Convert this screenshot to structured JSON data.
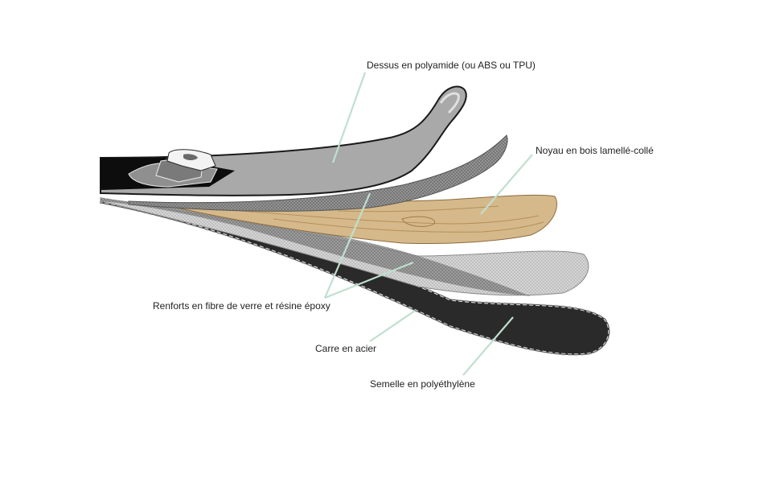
{
  "labels": {
    "topsheet": "Dessus en polyamide (ou ABS ou TPU)",
    "core": "Noyau en bois lamellé-collé",
    "reinforcement": "Renforts en fibre de verre et résine époxy",
    "edge": "Carre en acier",
    "base": "Semelle en polyéthylène"
  },
  "colors": {
    "leader": "#bfe0cf",
    "topsheet": "#a9a9a9",
    "core": "#d6b98a",
    "base": "#2a2a2a",
    "outline": "#1a1a1a"
  }
}
